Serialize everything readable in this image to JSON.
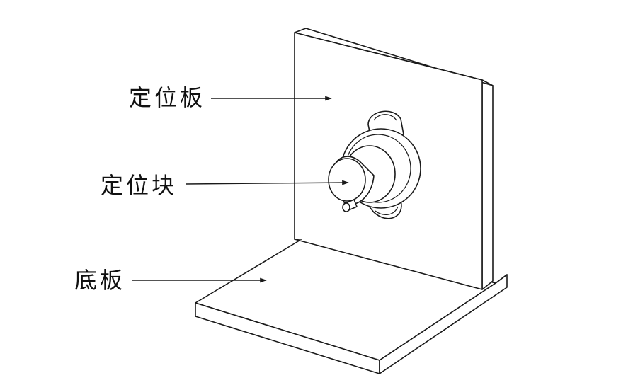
{
  "labels": {
    "positioning_plate": "定位板",
    "positioning_block": "定位块",
    "base_plate": "底板"
  }
}
